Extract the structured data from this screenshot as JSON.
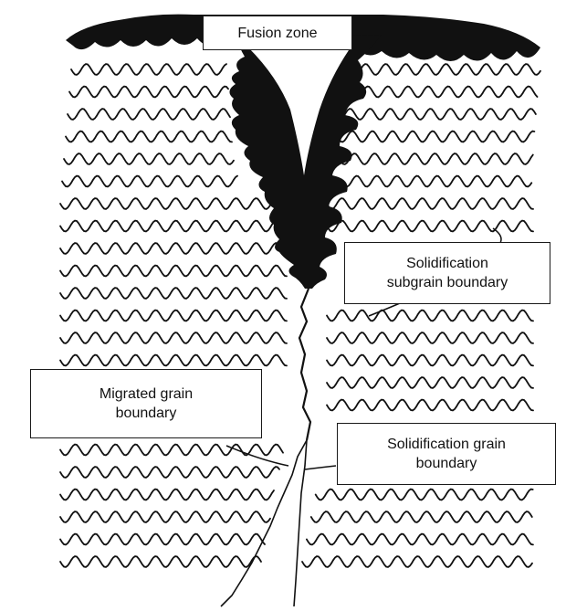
{
  "labels": {
    "fusion_zone": "Fusion zone",
    "subgrain": {
      "line1": "Solidification",
      "line2": "subgrain boundary"
    },
    "migrated": {
      "line1": "Migrated grain",
      "line2": "boundary"
    },
    "solid_grain": {
      "line1": "Solidification grain",
      "line2": "boundary"
    }
  },
  "colors": {
    "ink": "#111111",
    "background": "#ffffff"
  }
}
